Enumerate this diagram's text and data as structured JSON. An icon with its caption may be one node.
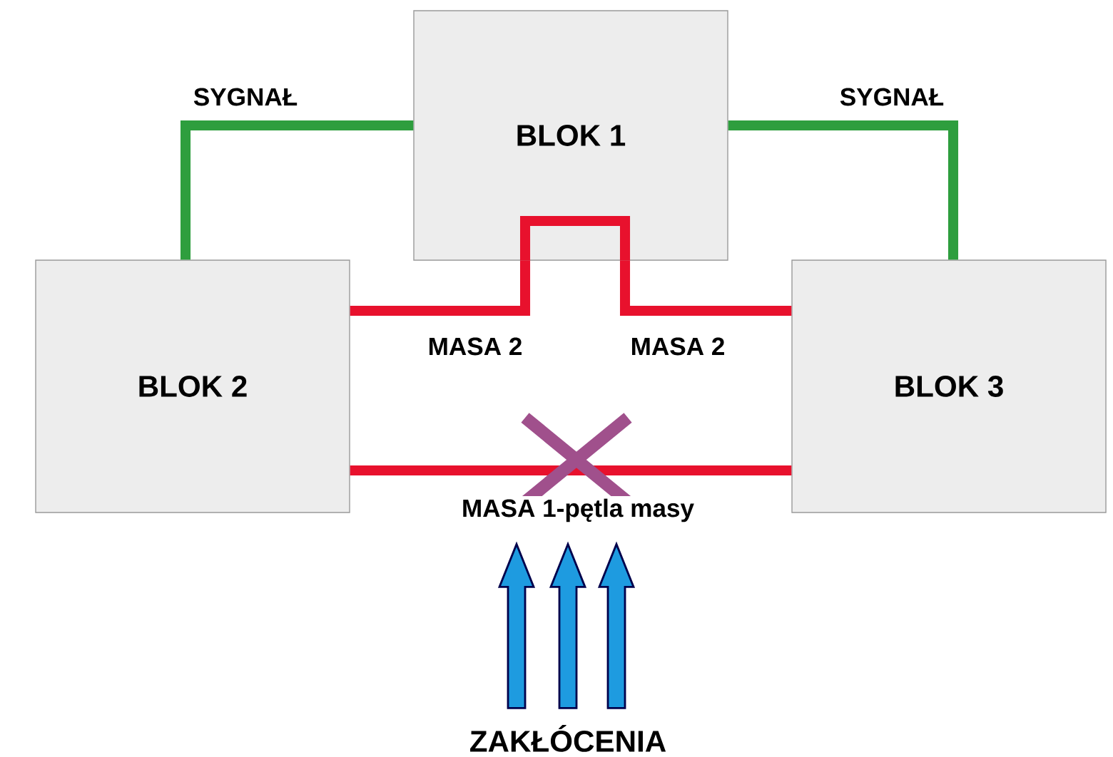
{
  "diagram": {
    "nodes": [
      {
        "text": [
          "BLOK 1"
        ]
      },
      {
        "text": [
          "BLOK 2"
        ]
      },
      {
        "text": [
          "BLOK 3"
        ]
      },
      {
        "text": [
          "ZAKŁÓCENIA"
        ]
      }
    ],
    "edges": [
      {
        "from": 0,
        "to": 1,
        "arrow": "none",
        "label": "SYGNAŁ",
        "color": "#2e9e3e"
      },
      {
        "from": 0,
        "to": 2,
        "arrow": "none",
        "label": "SYGNAŁ",
        "color": "#2e9e3e"
      },
      {
        "from": 1,
        "to": 0,
        "arrow": "none",
        "label": "MASA 2",
        "color": "#e8112d"
      },
      {
        "from": 0,
        "to": 2,
        "arrow": "none",
        "label": "MASA 2",
        "color": "#e8112d"
      },
      {
        "from": 1,
        "to": 2,
        "arrow": "none",
        "label": "MASA 1-pętla masy",
        "color": "#e8112d"
      },
      {
        "from": 3,
        "to": null,
        "arrow": "to",
        "color": "#1e9be0"
      },
      {
        "from": 3,
        "to": null,
        "arrow": "to",
        "color": "#1e9be0"
      },
      {
        "from": 3,
        "to": null,
        "arrow": "to",
        "color": "#1e9be0"
      }
    ]
  }
}
